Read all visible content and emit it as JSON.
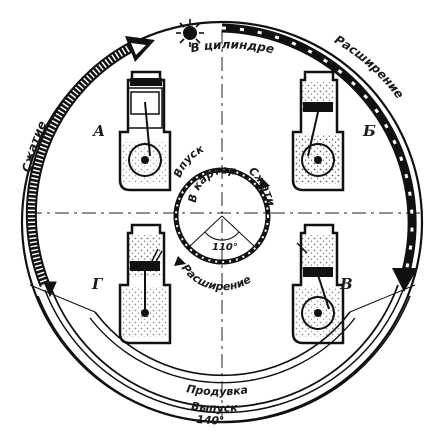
{
  "labels": {
    "top": "В цилиндре",
    "expansion_outer": "Расширение",
    "compression_outer": "Сжатие",
    "inner_crankcase": "В картере",
    "inner_intake": "Впуск",
    "inner_compression": "Сжатие",
    "inner_expansion": "Расширение",
    "inner_angle": "110°",
    "purge": "Продувка",
    "exhaust": "Выпуск",
    "bottom_angle": "140°"
  },
  "engines": [
    {
      "letter": "А"
    },
    {
      "letter": "Б"
    },
    {
      "letter": "Г"
    },
    {
      "letter": "В"
    }
  ]
}
